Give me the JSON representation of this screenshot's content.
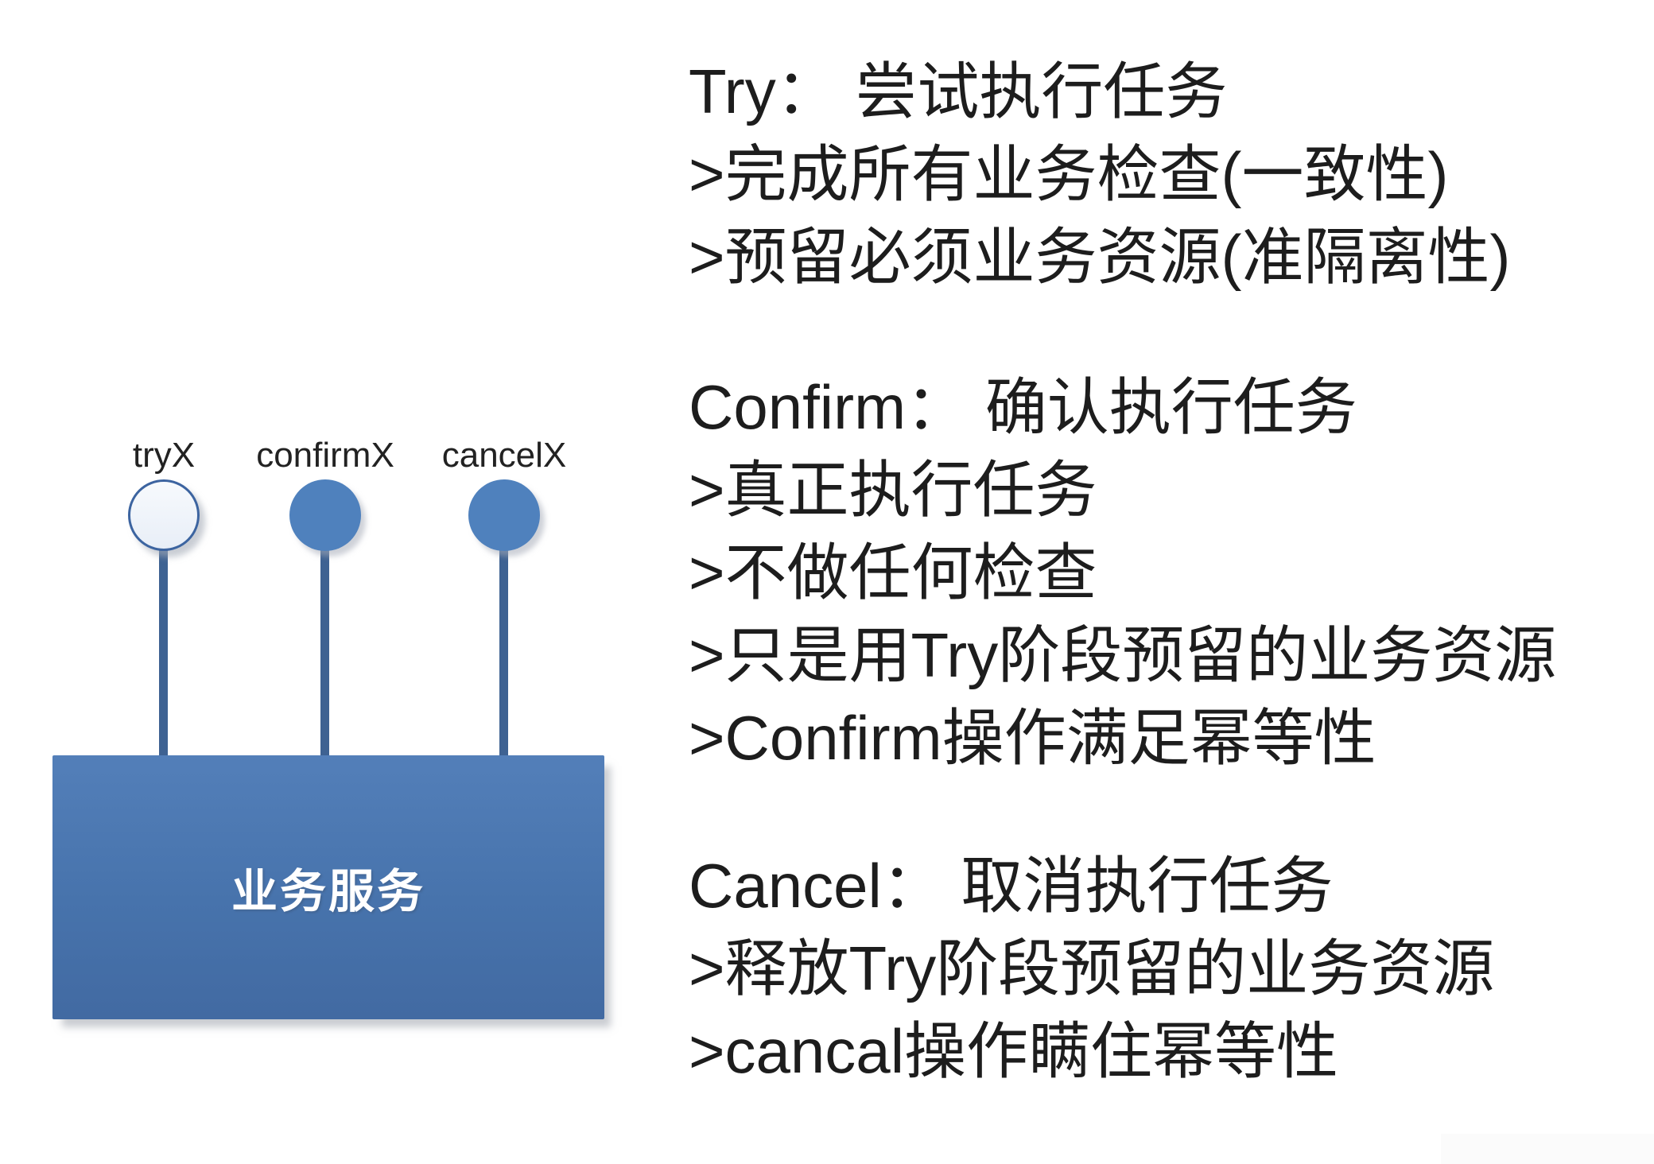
{
  "diagram": {
    "service_box_label": "业务服务",
    "interfaces": [
      {
        "label": "tryX",
        "style": "hollow"
      },
      {
        "label": "confirmX",
        "style": "filled"
      },
      {
        "label": "cancelX",
        "style": "filled"
      }
    ]
  },
  "notes": {
    "try": {
      "lines": [
        "Try： 尝试执行任务",
        ">完成所有业务检查(一致性)",
        ">预留必须业务资源(准隔离性)"
      ]
    },
    "confirm": {
      "lines": [
        "Confirm： 确认执行任务",
        ">真正执行任务",
        ">不做任何检查",
        ">只是用Try阶段预留的业务资源",
        ">Confirm操作满足幂等性"
      ]
    },
    "cancel": {
      "lines": [
        "Cancel： 取消执行任务",
        ">释放Try阶段预留的业务资源",
        ">cancal操作瞒住幂等性"
      ]
    }
  },
  "colors": {
    "filled_circle": "#4f81bd",
    "hollow_circle_fill": "#eef3fa",
    "hollow_circle_border": "#3c64a0",
    "stem": "#3e6292",
    "service_box_top": "#537fb9",
    "service_box_bottom": "#426aa2",
    "service_box_text": "#ffffff",
    "notes_text": "#1d1d1d",
    "background": "#ffffff"
  }
}
